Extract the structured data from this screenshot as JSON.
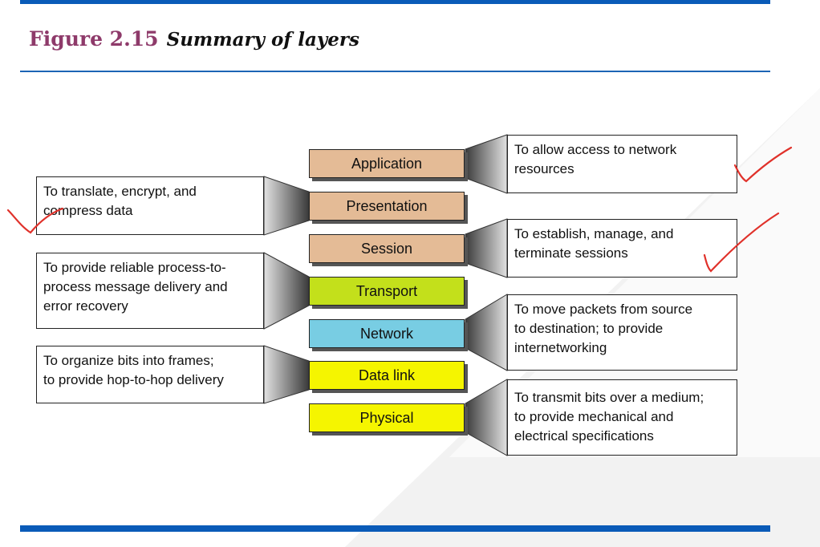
{
  "figure": {
    "number": "Figure 2.15",
    "caption": "Summary of layers"
  },
  "colors": {
    "accent_bar": "#0a5bb8",
    "title_number": "#8e3a6a",
    "upper_layers": "#e4bb96",
    "transport": "#c3e01b",
    "network": "#78cde3",
    "lower_layers": "#f5f500",
    "annotation_ink": "#e0312a"
  },
  "layers": [
    {
      "name": "Application"
    },
    {
      "name": "Presentation"
    },
    {
      "name": "Session"
    },
    {
      "name": "Transport"
    },
    {
      "name": "Network"
    },
    {
      "name": "Data link"
    },
    {
      "name": "Physical"
    }
  ],
  "descriptions": {
    "application": [
      "To allow access to network",
      "resources"
    ],
    "presentation": [
      "To translate, encrypt, and",
      "compress data"
    ],
    "session": [
      "To establish, manage, and",
      "terminate sessions"
    ],
    "transport": [
      "To provide reliable process-to-",
      "process message delivery and",
      "error recovery"
    ],
    "network": [
      "To move packets from source",
      "to destination; to provide",
      "internetworking"
    ],
    "data_link": [
      "To organize bits into frames;",
      "to provide hop-to-hop delivery"
    ],
    "physical": [
      "To transmit bits over a medium;",
      "to provide mechanical and",
      "electrical specifications"
    ]
  },
  "annotations": [
    "handwritten-checkmark",
    "handwritten-checkmark",
    "handwritten-checkmark"
  ]
}
